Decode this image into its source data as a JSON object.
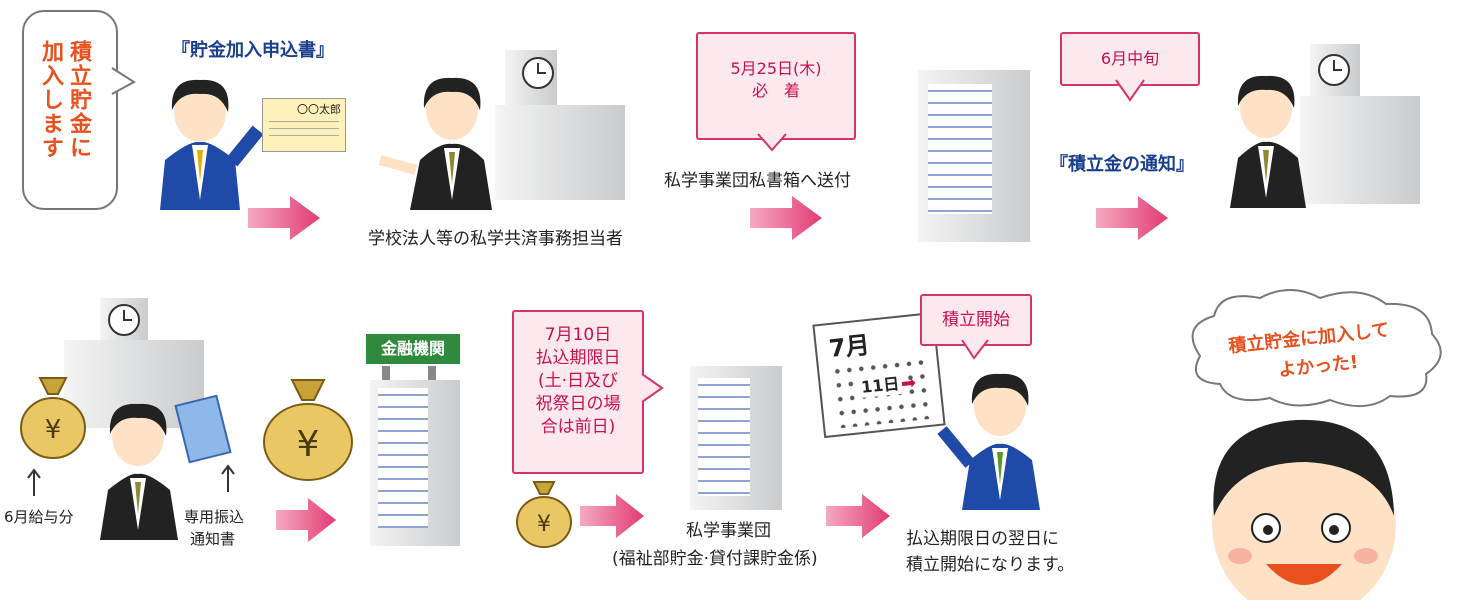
{
  "bubble_join": {
    "line1": "積立貯金に",
    "line2": "加入します"
  },
  "application_form": {
    "title": "『貯金加入申込書』",
    "name": "〇〇太郎"
  },
  "school_staff": {
    "label": "学校法人等の私学共済事務担当者"
  },
  "deadline1": {
    "date": "5月25日(木)",
    "note": "必　着"
  },
  "send_to": {
    "label": "私学事業団私書箱へ送付"
  },
  "mid_june": {
    "label": "6月中旬"
  },
  "notice": {
    "label": "『積立金の通知』"
  },
  "salary": {
    "label": "6月給与分"
  },
  "transfer_notice": {
    "line1": "専用振込",
    "line2": "通知書"
  },
  "bank": {
    "label": "金融機関"
  },
  "deadline2": {
    "line1": "7月10日",
    "line2": "払込期限日",
    "line3": "(土·日及び",
    "line4": "祝祭日の場",
    "line5": "合は前日)"
  },
  "org": {
    "line1": "私学事業団",
    "line2": "(福祉部貯金·貸付課貯金係)"
  },
  "calendar": {
    "month": "7月",
    "day": "11日"
  },
  "start": {
    "badge": "積立開始",
    "line1": "払込期限日の翌日に",
    "line2": "積立開始になります。"
  },
  "happy": {
    "line1": "積立貯金に加入して",
    "line2": "よかった!"
  },
  "colors": {
    "pink": "#d6336c",
    "arrow": "#e8477a",
    "orange": "#e8501e",
    "navy": "#1b3f8f"
  }
}
